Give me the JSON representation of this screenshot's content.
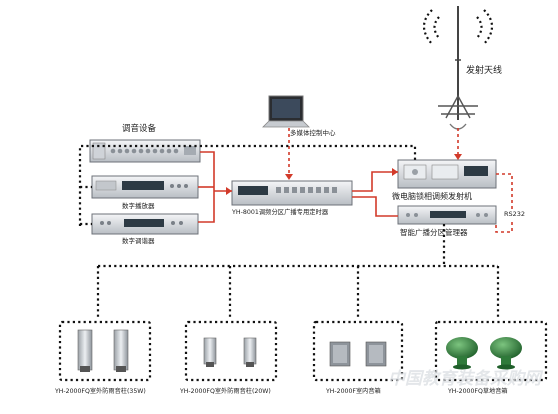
{
  "labels": {
    "antenna": "发射天线",
    "multimedia_center": "多媒体控制中心",
    "tuner_group": "调音设备",
    "digital_player": "数字播放器",
    "digital_tuner": "数字调谐器",
    "timer_host": "YH-8001调频分区广播专用定时器",
    "transmitter": "微电脑锁相调频发射机",
    "zone_manager": "智能广播分区管理器",
    "rs232": "RS232",
    "speaker_1": "YH-2000FQ室外防雨音柱(35W)",
    "speaker_2": "YH-2000FQ室外防雨音柱(20W)",
    "speaker_3": "YH-2000F室内音箱",
    "speaker_4": "YH-2000FQ草地音箱"
  },
  "watermark": "中国教育装备采购网",
  "colors": {
    "connection_red": "#d23a2a",
    "connection_black": "#111111",
    "rack_device": "#dcdfe3",
    "mushroom_speaker": "#2f7a3a"
  }
}
